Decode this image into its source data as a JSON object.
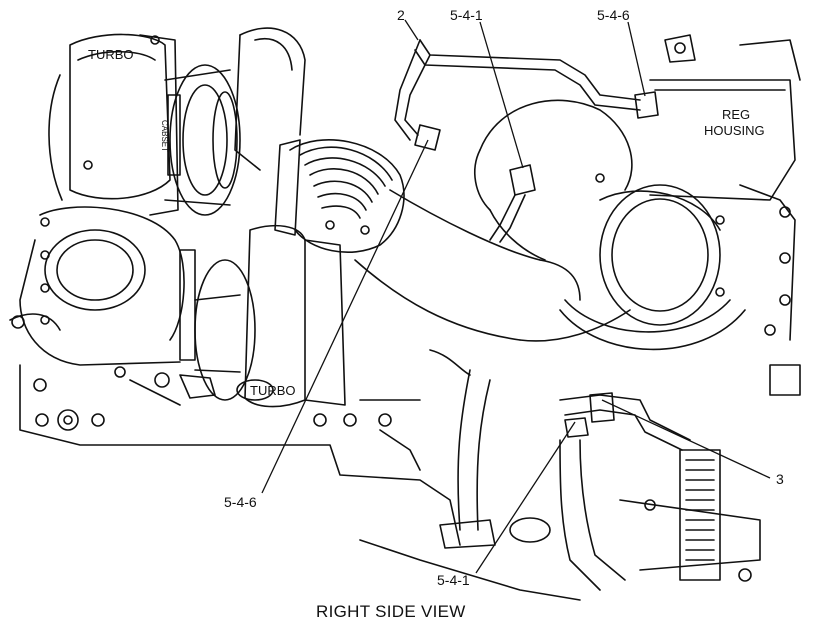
{
  "view_title": "RIGHT SIDE VIEW",
  "part_labels": {
    "turbo_upper": "TURBO",
    "turbo_lower": "TURBO",
    "reg_housing_line1": "REG",
    "reg_housing_line2": "HOUSING",
    "turbo_plate": "CABSET"
  },
  "callouts": {
    "item_2": "2",
    "item_3": "3",
    "top_541": "5-4-1",
    "top_546": "5-4-6",
    "left_546": "5-4-6",
    "bottom_541": "5-4-1"
  },
  "colors": {
    "ink": "#111111",
    "paper": "#ffffff"
  }
}
